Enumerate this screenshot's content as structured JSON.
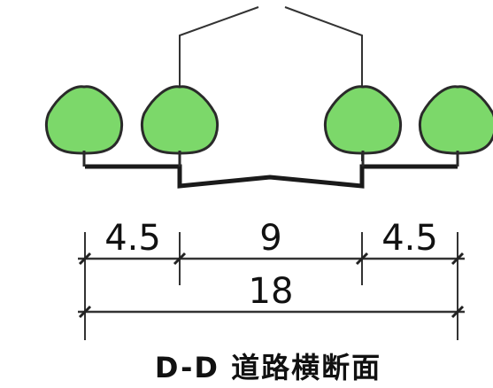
{
  "diagram": {
    "dimensions": {
      "left_sidewalk": "4.5",
      "carriageway": "9",
      "right_sidewalk": "4.5",
      "total_width": "18"
    },
    "caption": "D-D 道路横断面",
    "colors": {
      "tree_fill": "#7cd86a",
      "line": "#1a1a1a"
    },
    "icons": [
      "tree-icon",
      "tree-icon",
      "tree-icon",
      "tree-icon"
    ]
  }
}
